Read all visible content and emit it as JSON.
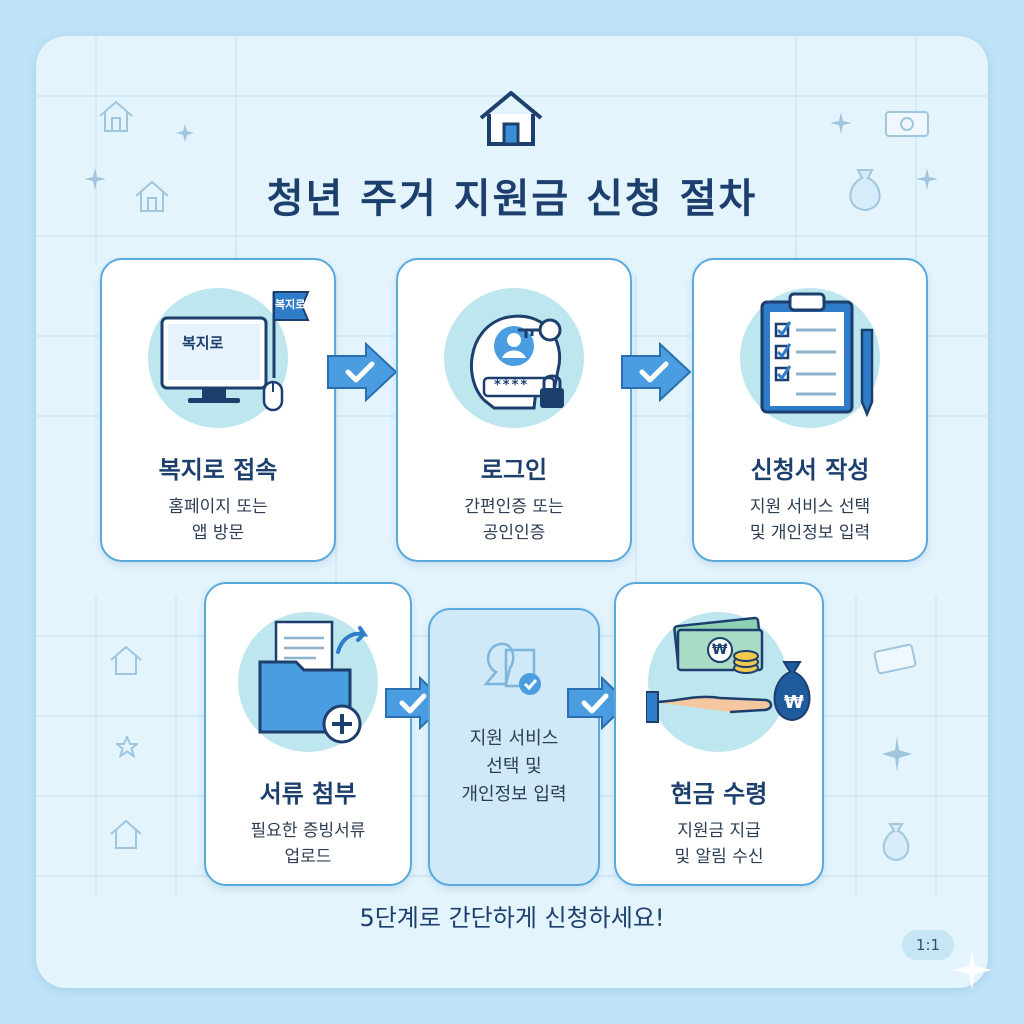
{
  "title": "청년 주거 지원금 신청 절차",
  "steps": [
    {
      "title": "복지로 접속",
      "desc_line1": "홈페이지 또는",
      "desc_line2": "앱 방문",
      "screen_label": "복지로",
      "flag_label": "복지로",
      "icon": "computer-icon"
    },
    {
      "title": "로그인",
      "desc_line1": "간편인증 또는",
      "desc_line2": "공인인증",
      "password_mask": "****",
      "icon": "login-icon"
    },
    {
      "title": "신청서 작성",
      "desc_line1": "지원 서비스 선택",
      "desc_line2": "및 개인정보 입력",
      "icon": "clipboard-icon"
    },
    {
      "title": "서류 첨부",
      "desc_line1": "필요한 증빙서류",
      "desc_line2": "업로드",
      "icon": "folder-upload-icon"
    },
    {
      "desc_line1": "지원 서비스",
      "desc_line2": "선택 및",
      "desc_line3": "개인정보 입력",
      "icon": "document-check-icon"
    },
    {
      "title": "현금 수령",
      "desc_line1": "지원금 지급",
      "desc_line2": "및 알림 수신",
      "bill_symbol": "₩",
      "bag_symbol": "₩",
      "icon": "cash-icon"
    }
  ],
  "footer": "5단계로 간단하게 신청하세요!",
  "ratio_badge": "1:1",
  "colors": {
    "accent": "#3a8fd6",
    "title": "#1c3f6e",
    "card_border": "#5aa9dd"
  }
}
